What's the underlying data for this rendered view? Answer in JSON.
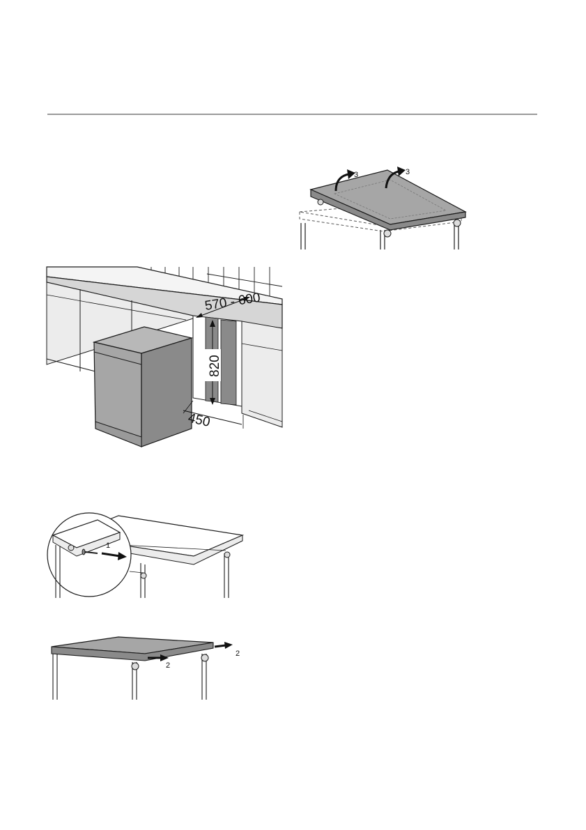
{
  "figure_top": {
    "step_label_a": "3",
    "step_label_b": "3"
  },
  "figure_niche": {
    "depth_label": "570 - 600",
    "height_label": "820",
    "width_label": "450"
  },
  "figure_screw": {
    "step_label": "1"
  },
  "figure_slide": {
    "step_label_a": "2",
    "step_label_b": "2"
  },
  "colors": {
    "panel_grey": "#a6a6a6",
    "panel_dark": "#8a8a8a",
    "cabinet_light": "#ececec",
    "line": "#1a1a1a",
    "rule": "#9a9a9a"
  }
}
